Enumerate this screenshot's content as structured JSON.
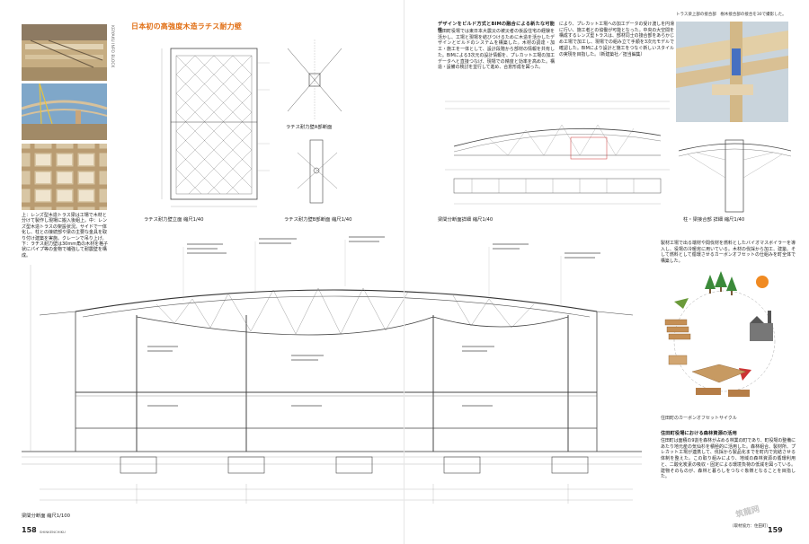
{
  "left_page": {
    "side_label": "KEIYAKU INFO BLOCK",
    "photo_caption": "上：レンズ型木造トラス梁は工場で木材と分けて製作し現場に搬入後組上。中：レンズ型木造トラスの架設状況。サイドで一体化し、柱との接続部や梁の主要な金具を取り付け建築を実施。クレーンで吊り上げ。下：ラチス耐力壁は30mm角の木材を格子状にパイプ等の金物で補強して耐震壁を構成。",
    "title": "日本初の高強度木造ラチス耐力壁",
    "elev_caption": "ラチス耐力壁立面 縮尺1/40",
    "detail_caption": "ラチス耐力壁A部断面",
    "section_caption": "ラチス耐力壁B部断面 縮尺1/40",
    "main_caption": "梁間分断面 縮尺1/100",
    "page_no": "158",
    "page_sub": "SHINKENCHIKU"
  },
  "right_page": {
    "design_heading": "デザインをビルド方式とBIMの融合による新たな可能性",
    "design_text": "佳田町役場では東日本大震災の被災者の仮設住宅の経験を活かし、工場と現場を結びつけるために木造を活かしたデザインとビルドのシステムを構築した。木材の調達・加工・施工を一体として、設計段階から部材の情報を共有した。BIMによる3次元の設計情報を、プレカット工場の加工データへと直接つなげ、現場での精度と効率を高めた。構造・設備の検討を並行して進め、合意形成を図った。",
    "design_text2": "により、プレカット工場への加工データの受け渡しを円滑に行い、施工者との協働が可能となった。中央の大空間を構成するレンズ型トラスは、部材同士の接合部をあらかじめ工場で加工し、現場での組み立て手順を3次元モデルで確認した。BIMにより設計と施工をつなぐ新しいスタイルの実現を目指した。（新建築社／担当編集）",
    "truss_caption": "トラス梁上部の接合部　樹木接合部の接合を30で撮影した。",
    "frame_caption": "梁間分断面詳細 縮尺1/40",
    "column_caption": "柱・梁接合部 詳細 縮尺1/40",
    "energy_text": "製材工場で出る端材や間伐材を燃料としたバイオマスボイラーを導入し、役場の冷暖房に用いている。木材の伐採から加工、建築、そして燃料として循環させるカーボンオフセットの仕組みを町全体で構築した。",
    "diagram_caption": "住田町のカーボンオフセットサイクル",
    "forest_heading": "住田町役場における森林資源の活用",
    "forest_text": "住田町は面積の9割を森林が占める林業の町であり、町役場の整備にあたり地元産の気仙杉を積極的に活用した。森林組合、製材所、プレカット工場が連携して、伐採から製品化までを町内で完結させる体制を整えた。この取り組みにより、地域の森林資源の循環利用と、二酸化炭素の吸収・固定による環境負荷の低減を図っている。建物そのものが、森林と暮らしをつなぐ象徴となることを目指した。",
    "credit": "（取材協力：住田町）",
    "page_no": "159",
    "watermark": "筑龍网"
  }
}
